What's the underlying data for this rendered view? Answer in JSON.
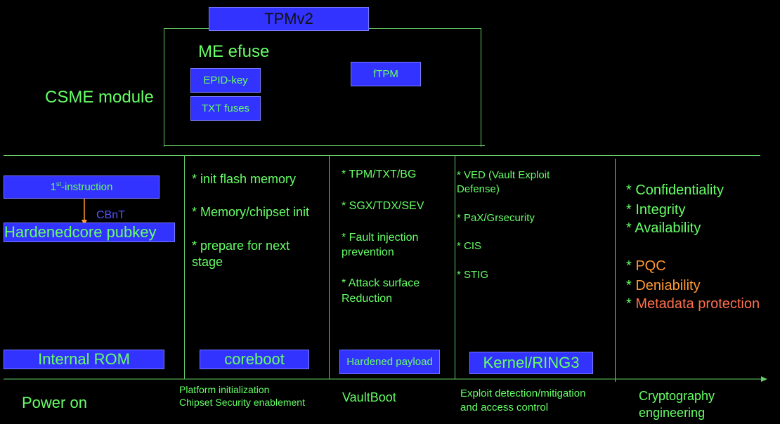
{
  "top": {
    "tpm_title": "TPMv2",
    "me_efuse": "ME efuse",
    "epid_key": "EPID-key",
    "txt_fuses": "TXT fuses",
    "ftpm": "fTPM",
    "csme_module": "CSME module"
  },
  "col_rom": {
    "first_instruction_sup": "st",
    "first_instruction_num": "1",
    "first_instruction_rest": "-instruction",
    "cbnt": "CBnT",
    "hardenedcore": "Hardenedcore pubkey",
    "stage": "Internal ROM",
    "caption": "Power on"
  },
  "col_coreboot": {
    "items": [
      "* init flash memory",
      "* Memory/chipset init",
      "* prepare for next",
      "stage"
    ],
    "stage": "coreboot",
    "caption_line1": "Platform initialization",
    "caption_line2": "Chipset Security enablement"
  },
  "col_vaultboot": {
    "items": [
      "* TPM/TXT/BG",
      "* SGX/TDX/SEV",
      "* Fault injection",
      "prevention",
      "* Attack surface",
      "Reduction"
    ],
    "stage": "Hardened payload",
    "caption": "VaultBoot"
  },
  "col_kernel": {
    "items": [
      "* VED (Vault Exploit",
      "Defense)",
      "* PaX/Grsecurity",
      "* CIS",
      "* STIG"
    ],
    "stage": "Kernel/RING3",
    "caption_line1": "Exploit detection/mitigation",
    "caption_line2": "and access control"
  },
  "col_crypto": {
    "green_items": [
      "* Confidentiality",
      "* Integrity",
      "* Availability"
    ],
    "pqc": "* PQC",
    "deniability": "* Deniability",
    "metadata": "* Metadata protection",
    "caption_line1": "Cryptography",
    "caption_line2": "engineering"
  },
  "colors": {
    "box_fill": "#3333ff",
    "text_green": "#66ff66",
    "orange": "#ff9933",
    "salmon": "#ff6f4d"
  }
}
